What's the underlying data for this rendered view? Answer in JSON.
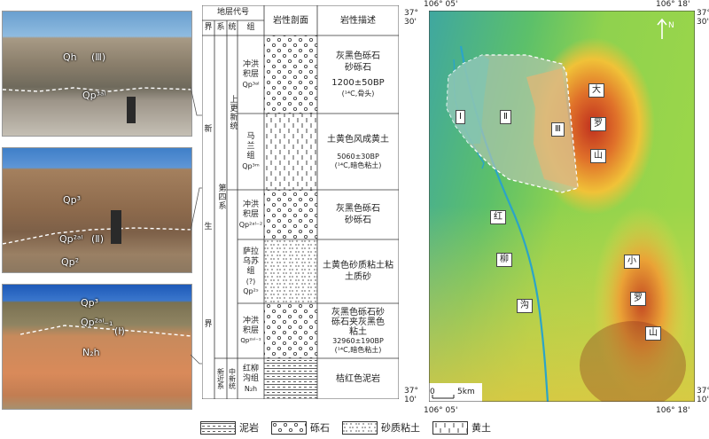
{
  "photos": [
    {
      "labels": [
        "Qh",
        "(Ⅲ)",
        "Qp³ᵃˡ"
      ]
    },
    {
      "labels": [
        "Qp³",
        "Qp²ᵃˡ",
        "(Ⅱ)",
        "Qp²"
      ]
    },
    {
      "labels": [
        "Qp³",
        "Qp²ᵃˡ₋₁",
        "(Ⅰ)",
        "N₂h"
      ]
    }
  ],
  "column": {
    "header": {
      "title": "地层代号",
      "jie": "界",
      "xi": "系",
      "tong": "统",
      "zu": "组",
      "section": "岩性剖面",
      "desc": "岩性描述"
    },
    "era": [
      "新",
      "生",
      "界"
    ],
    "system_q": "第四系",
    "system_n": "新近系",
    "series_upper": "上更新统",
    "series_mid": "中新统",
    "units": [
      {
        "name": "冲洪积层",
        "code": "Qp³ᵃˡ",
        "desc": "灰黑色砾石砂砾石",
        "age": "1200±50BP",
        "age_note": "(¹⁴C,骨头)"
      },
      {
        "name": "马兰组",
        "code": "Qp³ᵐ",
        "desc": "土黄色风成黄土",
        "age": "5060±30BP",
        "age_note": "(¹⁴C,暗色粘土)"
      },
      {
        "name": "冲洪积层",
        "code": "Qp²ᵃˡ⁻²",
        "desc": "灰黑色砾石砂砾石"
      },
      {
        "name": "萨拉乌苏组",
        "extra": "(?)",
        "code": "Qp²ˢ",
        "desc": "土黄色砂质粘土粘土质砂"
      },
      {
        "name": "冲洪积层",
        "code": "Qp²ᵃˡ⁻¹",
        "desc": "灰黑色砾石砂砾石夹灰黑色粘土",
        "age": "32960±190BP",
        "age_note": "(¹⁴C,暗色粘土)"
      },
      {
        "name": "红柳沟组",
        "code": "N₂h",
        "desc": "桔红色泥岩"
      }
    ]
  },
  "map": {
    "coords": {
      "top_left_lon": "106° 05'",
      "top_right_lon": "106° 18'",
      "bottom_left_lon": "106° 05'",
      "bottom_right_lon": "106° 18'",
      "top_lat_left": "37° 30'",
      "top_lat_right": "37° 30'",
      "bottom_lat_left": "37° 10'",
      "bottom_lat_right": "37° 10'"
    },
    "north": "N",
    "scale": {
      "zero": "0",
      "label": "5km"
    },
    "zones": [
      "Ⅰ",
      "Ⅱ",
      "Ⅲ"
    ],
    "da_luo_shan": [
      "大",
      "罗",
      "山"
    ],
    "hong_liu_gou": [
      "红",
      "柳",
      "沟"
    ],
    "xiao_luo_shan": [
      "小",
      "罗",
      "山"
    ]
  },
  "legend": [
    {
      "label": "泥岩",
      "pattern": "mudstone"
    },
    {
      "label": "砾石",
      "pattern": "gravel"
    },
    {
      "label": "砂质粘土",
      "pattern": "sandy-clay"
    },
    {
      "label": "黄土",
      "pattern": "loess"
    }
  ]
}
